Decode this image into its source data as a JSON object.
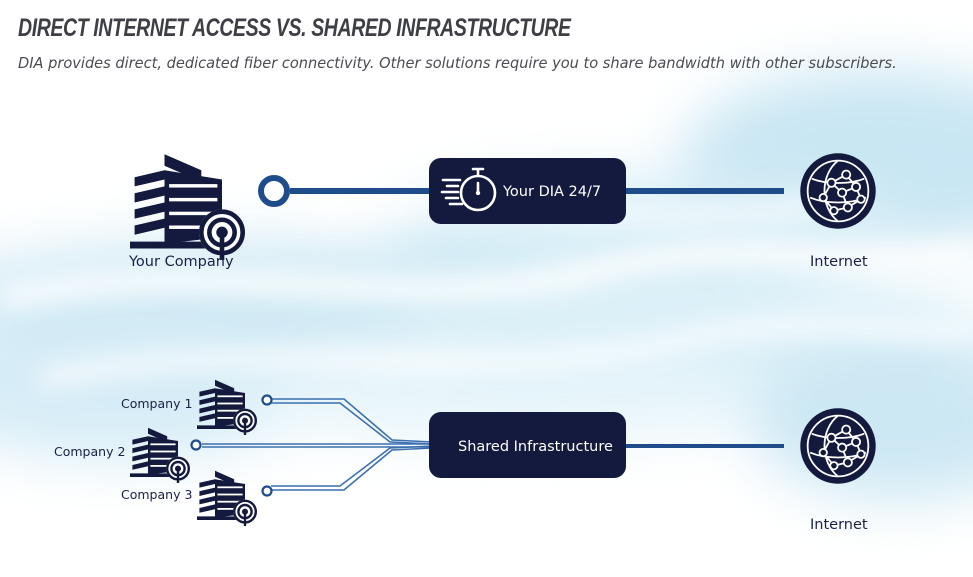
{
  "header": {
    "title": "DIRECT  INTERNET ACCESS VS. SHARED INFRASTRUCTURE",
    "subtitle": "DIA provides direct, dedicated fiber connectivity. Other solutions require you to share bandwidth with other subscribers."
  },
  "dedicated": {
    "company_label": "Your Company",
    "connection_label": "Your DIA 24/7",
    "internet_label": "Internet"
  },
  "shared": {
    "companies": [
      "Company 1",
      "Company 2",
      "Company 3"
    ],
    "connection_label": "Shared Infrastructure",
    "internet_label": "Internet"
  },
  "colors": {
    "navy": "#131a3e",
    "line_blue": "#1f4d8c",
    "thin_line": "#3c6fb0",
    "text": "#1a2147",
    "title_gray": "#3d3f45"
  },
  "icons": [
    "office-building-icon",
    "antenna-signal-icon",
    "stopwatch-icon",
    "globe-network-icon"
  ]
}
